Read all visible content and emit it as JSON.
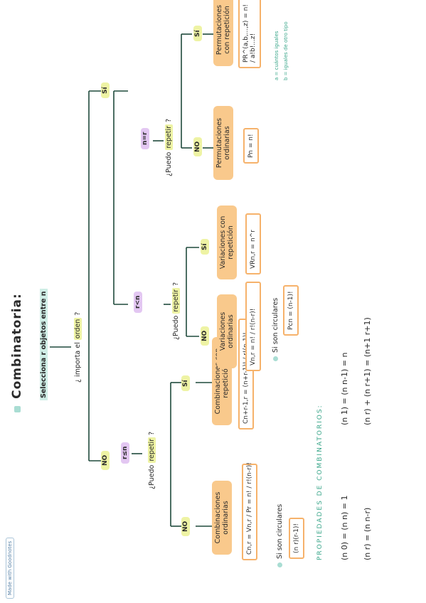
{
  "title": "Combinatoria:",
  "step1": "Selecciona r objetos entre n",
  "q_order": {
    "pre": "¿ importa el ",
    "word": "orden",
    "post": " ?"
  },
  "q_repeat": {
    "pre": "¿Puedo ",
    "word": "repetir",
    "post": " ?"
  },
  "labels": {
    "no": "NO",
    "si": "Sí",
    "r_le_n": "r≤n",
    "r_lt_n": "r<n",
    "n_eq_r": "n=r"
  },
  "nodes": {
    "comb_ord": "Combinaciones ordinarias",
    "comb_rep": "Combinaciones con repetición",
    "var_ord": "Variaciones ordinarias",
    "var_rep": "Variaciones con repetición",
    "perm_ord": "Permutaciones ordinarias",
    "perm_rep": "Permutaciones con repetición"
  },
  "formulas": {
    "comb_ord": "Cn,r = Vn,r / Pr = n! / r!(n-r)!",
    "comb_rep": "Cn+r-1,r = (n+r-1)! / r!(n-1)!",
    "var_ord": "Vn,r = n! / r!(n-r)!",
    "var_rep": "VRn,r = n^r",
    "perm_ord": "Pn = n!",
    "perm_rep": "PR^(a,b,...,z) = n! / a!b!...z!",
    "comb_circ": "(n r)(r-1)!",
    "perm_circ": "Pcn = (n-1)!"
  },
  "circular_label": "Si son circulares",
  "notes": {
    "a": "a = cuántos iguales",
    "b": "b = iguales de otro tipo"
  },
  "props": {
    "title": "PROPIEDADES DE COMBINATORIOS:",
    "items": [
      "(n 0) = (n n) = 1",
      "(n 1) = (n n-1) = n",
      "(n r) = (n n-r)",
      "(n r) + (n r+1) = (n+1 r+1)"
    ]
  },
  "badge": "Made with Goodnotes"
}
